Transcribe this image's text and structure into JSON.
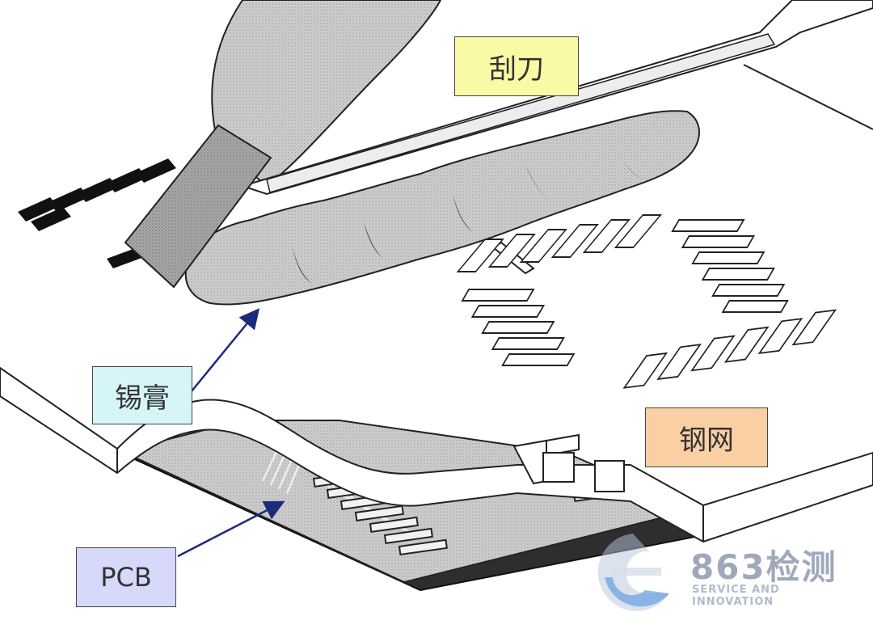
{
  "labels": {
    "squeegee": "刮刀",
    "solder_paste": "锡膏",
    "stencil": "钢网",
    "pcb": "PCB"
  },
  "colors": {
    "squeegee_label_bg": "#fbfaa4",
    "paste_label_bg": "#d6f5f8",
    "stencil_label_bg": "#fbcfa4",
    "pcb_label_bg": "#d7d9fa",
    "paste_fill": "#c9c9c9",
    "pcb_dark": "#3a3a3a",
    "arrow": "#1e2a7a"
  },
  "watermark": {
    "title": "863检测",
    "subtitle": "SERVICE AND INNOVATION"
  }
}
